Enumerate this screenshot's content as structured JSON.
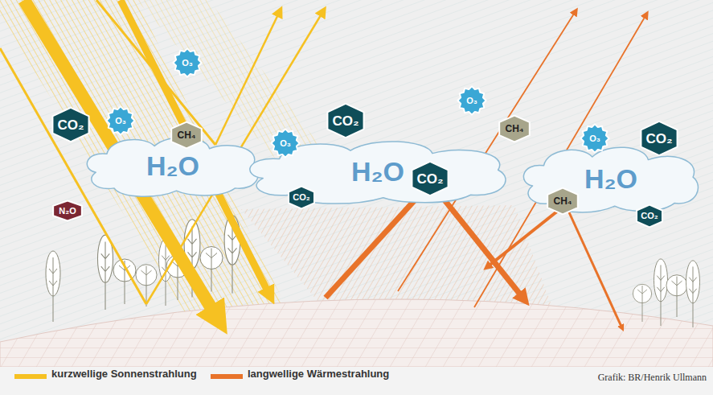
{
  "diagram": {
    "nodes": [
      {
        "text": [
          "O₃"
        ]
      },
      {
        "text": [
          "O₃"
        ]
      },
      {
        "text": [
          "CO₂"
        ]
      },
      {
        "text": [
          "O₃"
        ]
      },
      {
        "text": [
          "CO₂"
        ]
      },
      {
        "text": [
          "CH₄"
        ]
      },
      {
        "text": [
          "CH₄"
        ]
      },
      {
        "text": [
          "O₃"
        ]
      },
      {
        "text": [
          "CO₂"
        ]
      },
      {
        "text": [
          "O₃"
        ]
      },
      {
        "text": [
          "H₂O"
        ]
      },
      {
        "text": [
          "H₂O"
        ]
      },
      {
        "text": [
          "CO₂"
        ],
        "in": 11
      },
      {
        "text": [
          "H₂O"
        ]
      },
      {
        "text": [
          "CO₂"
        ]
      },
      {
        "text": [
          "CH₄"
        ]
      },
      {
        "text": [
          "CO₂"
        ],
        "in": 13
      },
      {
        "text": [
          "N₂O"
        ]
      }
    ],
    "labels": [
      "Grafik: BR/Henrik Ullmann"
    ],
    "legend": [
      {
        "text": "kurzwellige Sonnenstrahlung",
        "color": "#f6c122"
      },
      {
        "text": "langwellige Wärmestrahlung",
        "color": "#e8732a"
      }
    ]
  }
}
